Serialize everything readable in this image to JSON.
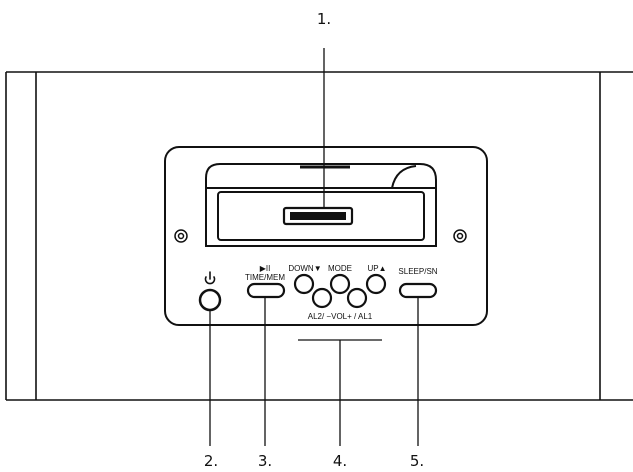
{
  "callouts": {
    "c1": "1.",
    "c2": "2.",
    "c3": "3.",
    "c4": "4.",
    "c5": "5."
  },
  "button_labels": {
    "play_pause": "▶II",
    "time_mem": "TIME/MEM",
    "down": "DOWN▼",
    "mode": "MODE",
    "up": "UP▲",
    "sleep_sn": "SLEEP/SN",
    "vol_alarm": "AL2/ −VOL+ / AL1"
  },
  "icons": {
    "power": "power-icon"
  }
}
